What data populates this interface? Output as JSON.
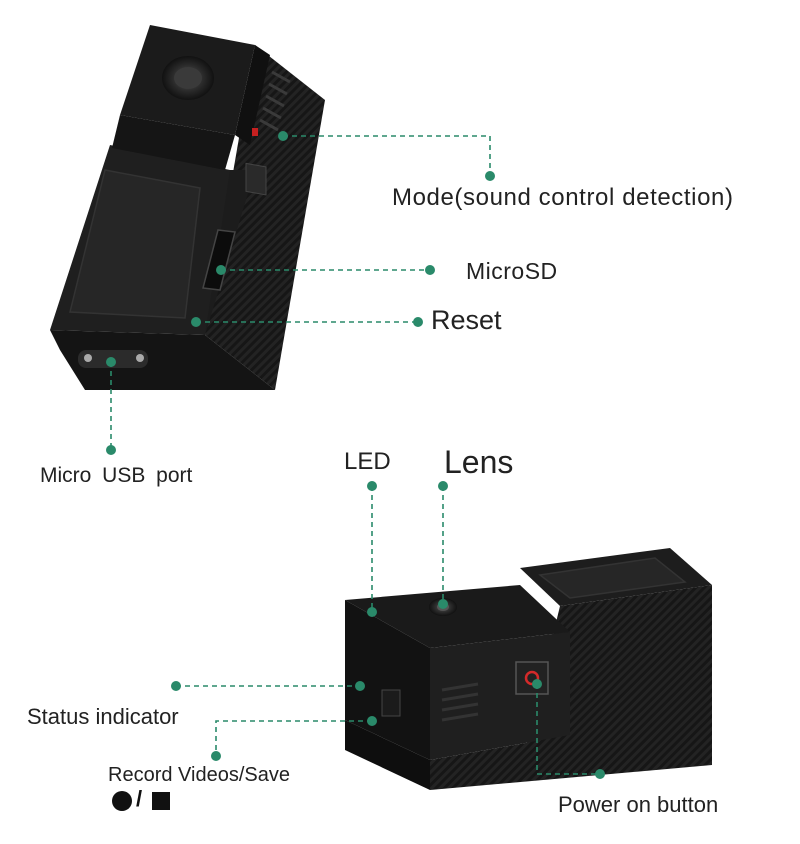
{
  "labels": {
    "mode": "Mode(sound control detection)",
    "microsd": "MicroSD",
    "reset": "Reset",
    "usb": "Micro USB port",
    "led": "LED",
    "lens": "Lens",
    "status": "Status indicator",
    "record": "Record Videos/Save",
    "power": "Power on button"
  },
  "colors": {
    "leader": "#2a8a6a",
    "body": "#1a1a1a",
    "text": "#222222"
  },
  "icons": [
    "record-circle-icon",
    "stop-square-icon"
  ]
}
